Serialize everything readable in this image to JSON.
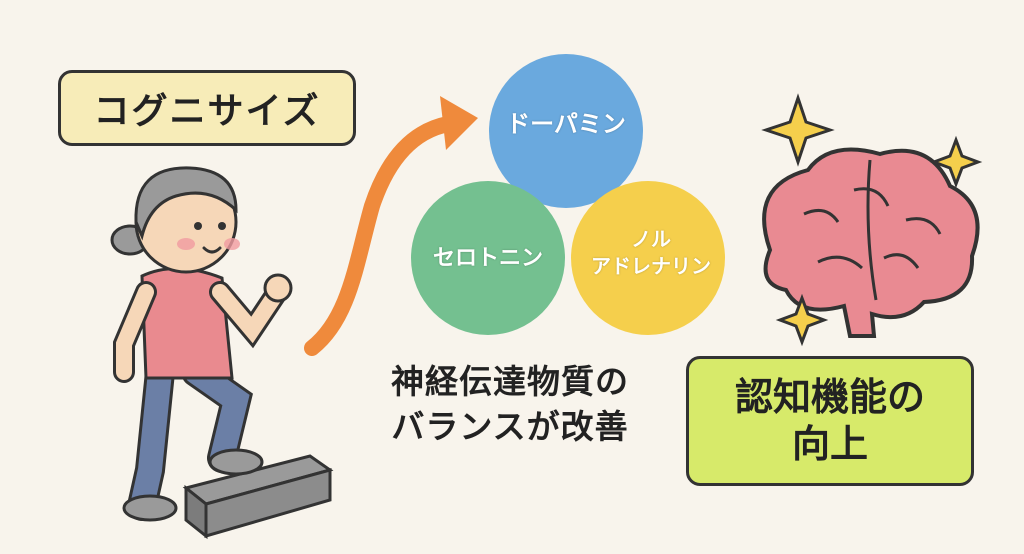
{
  "exercise_label": "コグニサイズ",
  "neurotransmitters": {
    "dopamine": "ドーパミン",
    "serotonin": "セロトニン",
    "noradrenaline_line1": "ノル",
    "noradrenaline_line2": "アドレナリン"
  },
  "balance_text": {
    "line1": "神経伝達物質の",
    "line2": "バランスが改善"
  },
  "result_label": {
    "line1": "認知機能の",
    "line2": "向上"
  },
  "colors": {
    "background": "#f8f4ec",
    "dopamine_circle": "#6aa9de",
    "serotonin_circle": "#74c090",
    "noradrenaline_circle": "#f5cf4c",
    "arrow": "#ef8a3c",
    "exercise_label_bg": "#f7ecb8",
    "result_label_bg": "#d7ea6a",
    "brain": "#e98a92"
  },
  "icons": [
    "sparkle-icon",
    "brain-icon",
    "step-exercise-illustration",
    "upward-arrow-icon"
  ]
}
